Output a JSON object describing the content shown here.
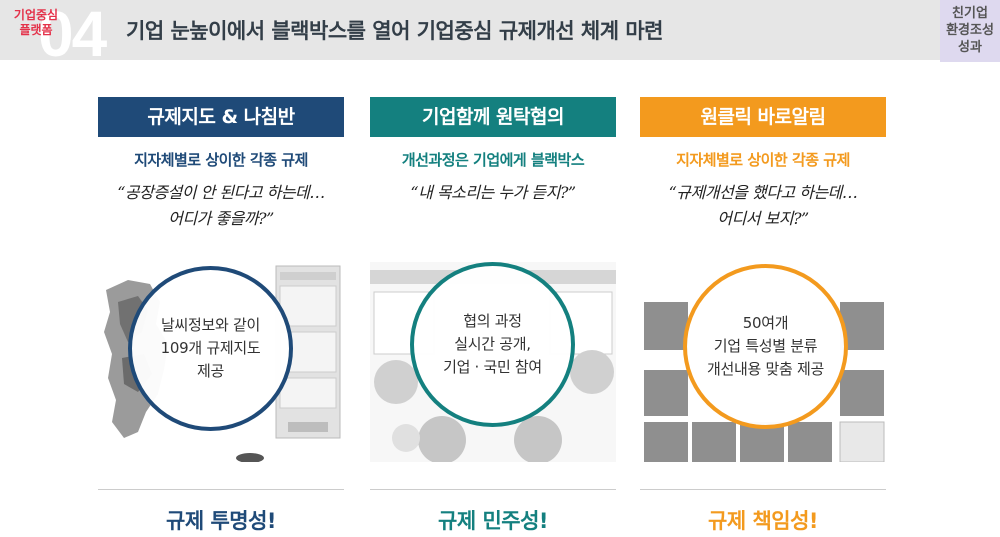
{
  "header": {
    "platform_label": "기업중심\n플랫폼",
    "section_number": "04",
    "title": "기업 눈높이에서 블랙박스를 열어 기업중심 규제개선 체계 마련",
    "tag": "친기업\n환경조성\n성과"
  },
  "columns": [
    {
      "banner": "규제지도 & 나침반",
      "subtitle": "지자체별로 상이한 각종 규제",
      "quote1": "“공장증설이 안 된다고 하는데…",
      "quote2": "어디가 좋을까?”",
      "circle1": "날씨정보와 같이",
      "circle2": "109개 규제지도",
      "circle3": "제공",
      "footer": "규제 투명성!"
    },
    {
      "banner": "기업함께 원탁협의",
      "subtitle": "개선과정은 기업에게 블랙박스",
      "quote1": "“내 목소리는 누가 듣지?”",
      "quote2": "",
      "circle1": "협의 과정",
      "circle2": "실시간 공개,",
      "circle3": "기업 · 국민 참여",
      "footer": "규제 민주성!"
    },
    {
      "banner": "원클릭 바로알림",
      "subtitle": "지자체별로 상이한 각종 규제",
      "quote1": "“규제개선을 했다고 하는데…",
      "quote2": "어디서 보지?”",
      "circle1": "50여개",
      "circle2": "기업 특성별 분류",
      "circle3": "개선내용 맞춤 제공",
      "footer": "규제 책임성!"
    }
  ],
  "colors": {
    "navy": "#1f4a78",
    "teal": "#14807f",
    "orange": "#f39a1e",
    "header_bg": "#e6e6e6",
    "tag_bg": "#ded9ef"
  }
}
